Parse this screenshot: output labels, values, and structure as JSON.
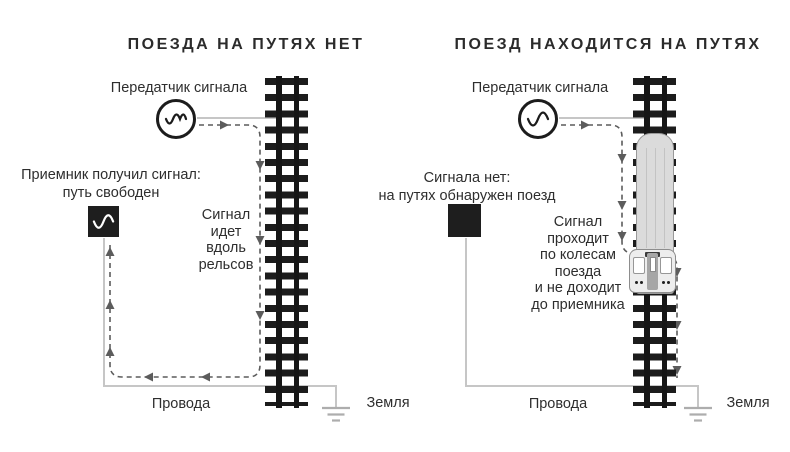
{
  "panels": [
    {
      "title": "ПОЕЗДА НА ПУТЯХ НЕТ",
      "transmitter_label": "Передатчик сигнала",
      "receiver_status": [
        "Приемник получил сигнал:",
        "путь свободен"
      ],
      "receiver_state": "signal-received",
      "signal_note": [
        "Сигнал",
        "идет",
        "вдоль",
        "рельсов"
      ],
      "wires_label": "Провода",
      "ground_label": "Земля"
    },
    {
      "title": "ПОЕЗД НАХОДИТСЯ НА ПУТЯХ",
      "transmitter_label": "Передатчик сигнала",
      "receiver_status": [
        "Сигнала нет:",
        "на путях обнаружен поезд"
      ],
      "receiver_state": "no-signal",
      "signal_note": [
        "Сигнал",
        "проходит",
        "по колесам",
        "поезда",
        "и не доходит",
        "до приемника"
      ],
      "wires_label": "Провода",
      "ground_label": "Земля"
    }
  ],
  "icons": {
    "transmitter": "sine-wave-in-circle",
    "receiver_active": "sine-wave-in-black-square",
    "receiver_inactive": "solid-black-square",
    "ground": "earth-ground-symbol"
  },
  "colors": {
    "background": "#ffffff",
    "text": "#2d2d2d",
    "track": "#1c1c1c",
    "wire": "#c6c6c6",
    "signal_dash": "#5c5c5c",
    "ground": "#adadad",
    "train_body": "#dbdbdb"
  }
}
